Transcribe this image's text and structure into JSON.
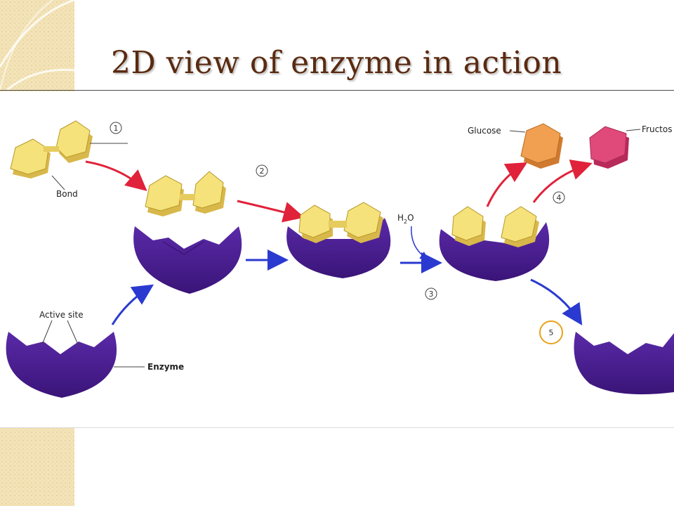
{
  "slide": {
    "title": "2D view of enzyme in action",
    "page_number": "5"
  },
  "diagram": {
    "labels": {
      "bond": "Bond",
      "active_site": "Active site",
      "enzyme": "Enzyme",
      "water_main": "H",
      "water_sub": "2",
      "water_tail": "O",
      "glucose": "Glucose",
      "fructose": "Fructos"
    },
    "steps": [
      "1",
      "2",
      "3",
      "4"
    ],
    "colors": {
      "enzyme": "#4a1a8c",
      "substrate": "#f5e27a",
      "glucose": "#f0a050",
      "fructose": "#e04a7a",
      "arrow_red": "#e0223a",
      "arrow_blue": "#2a3ad0"
    }
  }
}
